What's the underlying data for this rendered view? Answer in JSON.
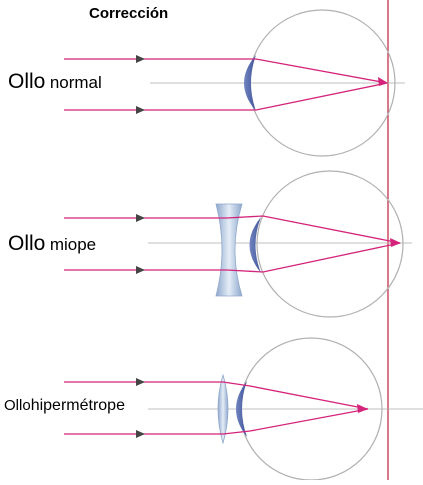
{
  "title": "Corrección",
  "cases": [
    {
      "word": "Ollo",
      "name": "normal"
    },
    {
      "word": "Ollo",
      "name": "miope"
    },
    {
      "word": "Ollo",
      "name": "hipermétrope"
    }
  ],
  "colors": {
    "ray": "#d4237a",
    "arrow": "#444444",
    "eye_outline": "#b0b0b0",
    "axis": "#aaaaaa",
    "crystalline_lens": "#4a5ea6",
    "corrective_lens": "#b7c9e2",
    "retina_line": "#c0203a"
  }
}
